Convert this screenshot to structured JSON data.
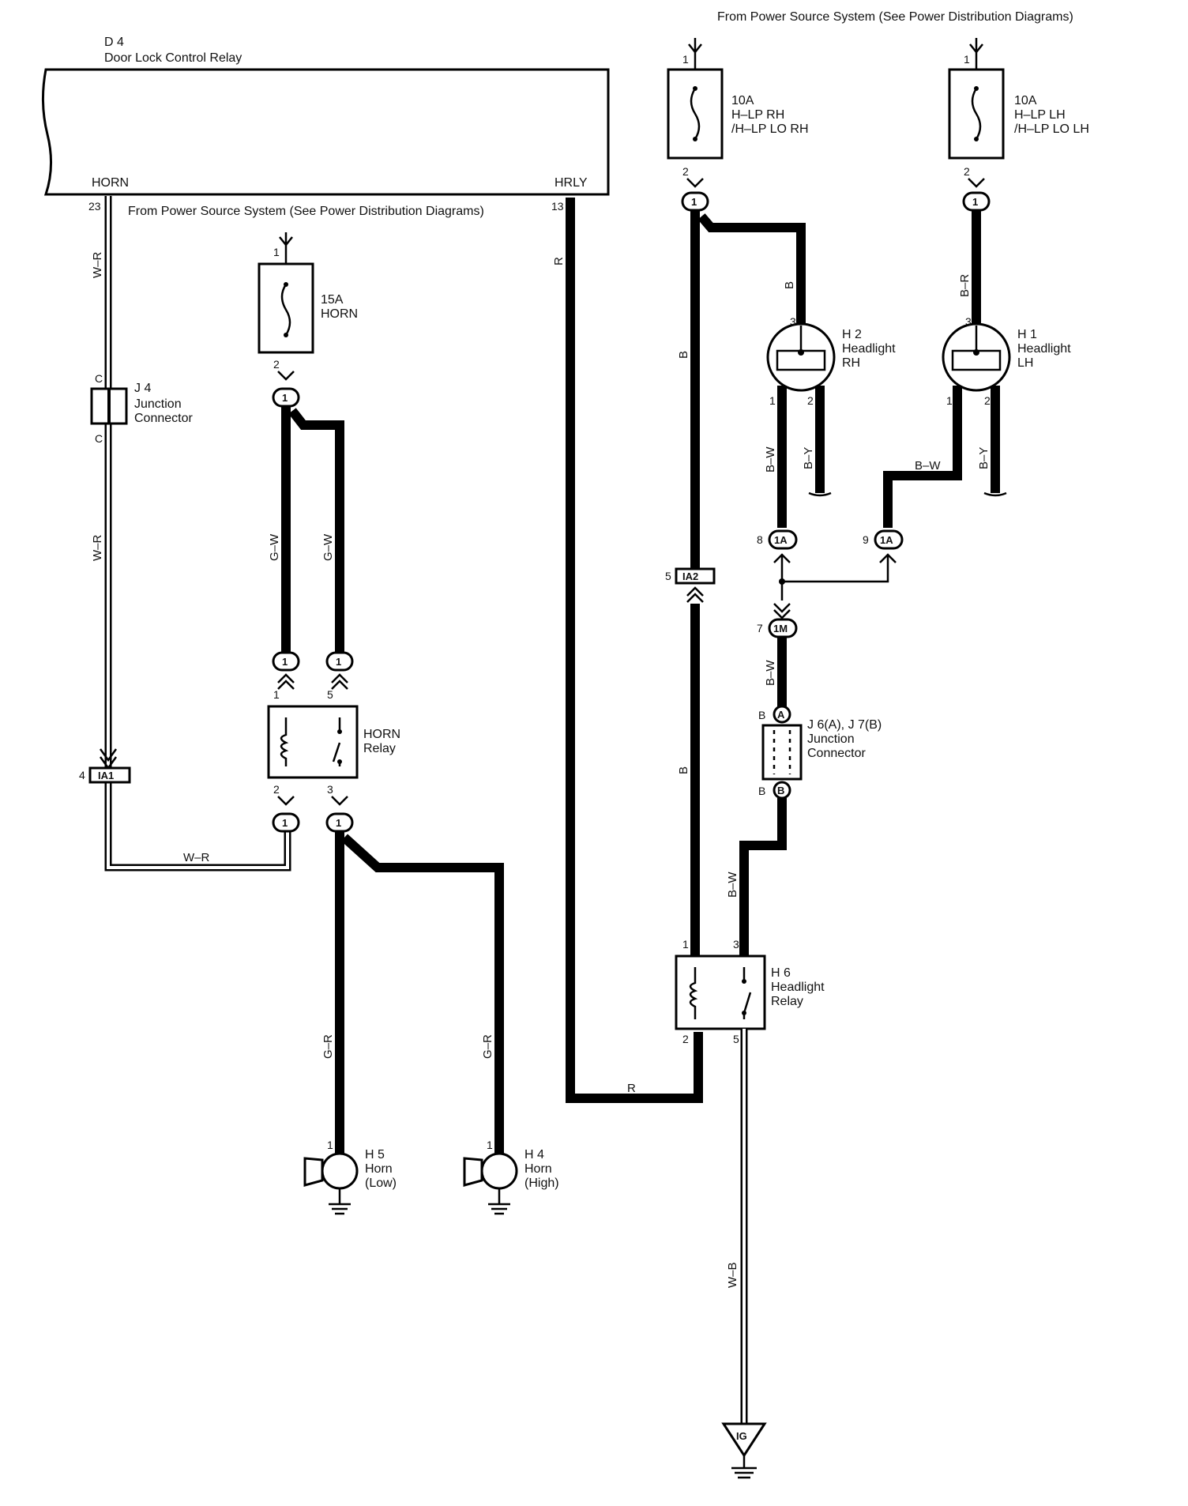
{
  "sources": {
    "top": "From Power Source System (See Power Distribution Diagrams)",
    "mid": "From Power Source System (See Power Distribution Diagrams)"
  },
  "door_lock_relay": {
    "id": "D 4",
    "name": "Door Lock Control Relay",
    "horn_terminal": "HORN",
    "hrly_terminal": "HRLY",
    "horn_pin": "23",
    "hrly_pin": "13"
  },
  "fuses": {
    "horn": {
      "rating": "15A",
      "name": "HORN",
      "pin_in": "1",
      "pin_out": "2"
    },
    "rh": {
      "rating": "10A",
      "line1": "H–LP RH",
      "line2": "/H–LP LO RH",
      "pin_in": "1",
      "pin_out": "2"
    },
    "lh": {
      "rating": "10A",
      "line1": "H–LP LH",
      "line2": "/H–LP LO LH",
      "pin_in": "1",
      "pin_out": "2"
    }
  },
  "j4": {
    "id": "J 4",
    "line1": "Junction",
    "line2": "Connector",
    "pin_top": "C",
    "pin_bottom": "C"
  },
  "horn_relay": {
    "line1": "HORN",
    "line2": "Relay",
    "pins": [
      "1",
      "5",
      "2",
      "3"
    ]
  },
  "horns": {
    "low": {
      "id": "H 5",
      "line1": "Horn",
      "line2": "(Low)",
      "pin": "1"
    },
    "high": {
      "id": "H 4",
      "line1": "Horn",
      "line2": "(High)",
      "pin": "1"
    }
  },
  "headlights": {
    "rh": {
      "id": "H 2",
      "line1": "Headlight",
      "line2": "RH",
      "pins": [
        "3",
        "1",
        "2"
      ]
    },
    "lh": {
      "id": "H 1",
      "line1": "Headlight",
      "line2": "LH",
      "pins": [
        "3",
        "1",
        "2"
      ]
    }
  },
  "junction_j6j7": {
    "id": "J 6(A), J 7(B)",
    "line1": "Junction",
    "line2": "Connector",
    "pin_a": "B",
    "pin_b": "B",
    "conn_a": "A",
    "conn_b": "B"
  },
  "headlight_relay": {
    "id": "H 6",
    "line1": "Headlight",
    "line2": "Relay",
    "pins": [
      "1",
      "3",
      "2",
      "5"
    ]
  },
  "connectors": {
    "ia1": "IA1",
    "ia1_pin": "4",
    "ia2": "IA2",
    "ia2_pin": "5",
    "c1a": "1A",
    "c1a_pin_r": "8",
    "c1a_pin_l": "9",
    "c1m": "1M",
    "c1m_pin": "7",
    "one": "1",
    "ig": "IG"
  },
  "wires": {
    "wr": "W–R",
    "gw": "G–W",
    "gr": "G–R",
    "r": "R",
    "b": "B",
    "br": "B–R",
    "bw": "B–W",
    "by": "B–Y",
    "wb": "W–B"
  }
}
